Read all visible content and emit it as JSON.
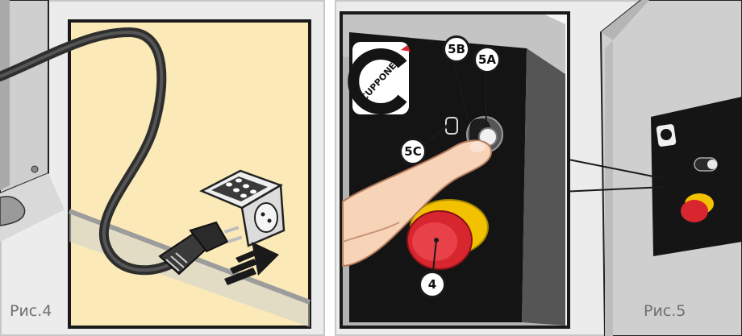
{
  "figures": [
    {
      "label": "Рис.4"
    },
    {
      "label": "Рис.5"
    }
  ],
  "brand": "CUPPONE",
  "callouts": {
    "c4": "4",
    "c5a": "5A",
    "c5b": "5B",
    "c5c": "5C"
  },
  "colors": {
    "frame": "#1a1a1a",
    "panel_bg": "#fbeab8",
    "machine_gray": "#c9c9c9",
    "control_panel": "#141414",
    "emergency_red": "#d8262f",
    "emergency_yellow": "#f2c200",
    "cable": "#2e2e2e",
    "skin": "#f7d3b8"
  },
  "icons": [
    "power-plug-icon",
    "socket-icon",
    "arrow-right-icon",
    "emergency-stop-icon",
    "finger-icon",
    "cuppone-logo-icon"
  ]
}
